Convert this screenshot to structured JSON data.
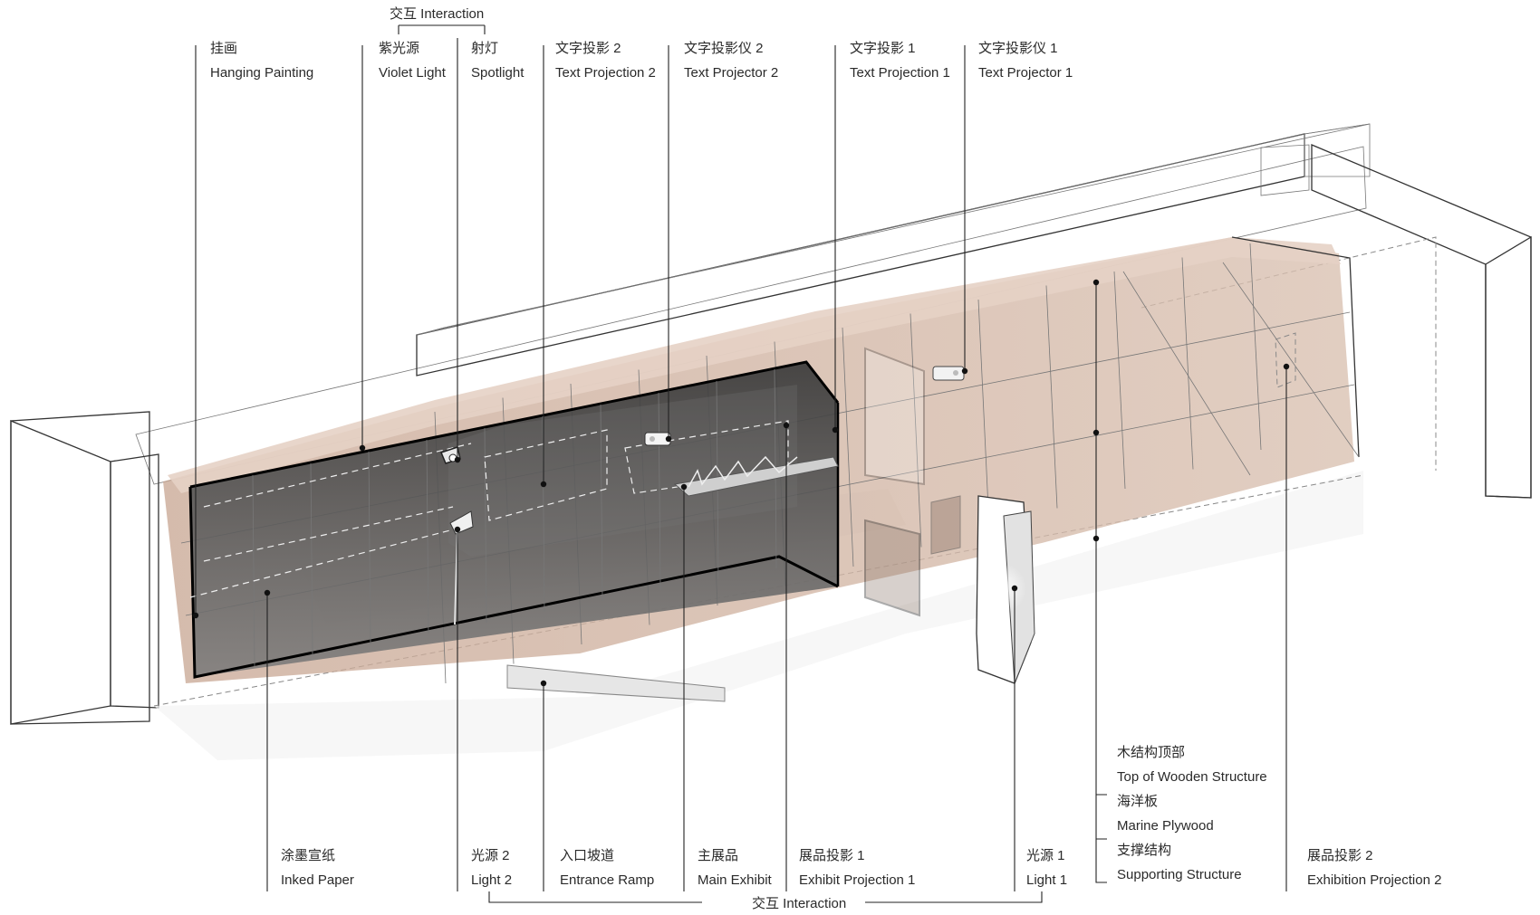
{
  "interaction_top": "交互  Interaction",
  "interaction_bottom": "交互  Interaction",
  "labels_top": [
    {
      "cn": "挂画",
      "en": "Hanging Painting"
    },
    {
      "cn": "紫光源",
      "en": "Violet Light"
    },
    {
      "cn": "射灯",
      "en": "Spotlight"
    },
    {
      "cn": "文字投影 2",
      "en": "Text Projection 2"
    },
    {
      "cn": "文字投影仪 2",
      "en": "Text Projector 2"
    },
    {
      "cn": "文字投影 1",
      "en": "Text Projection 1"
    },
    {
      "cn": "文字投影仪 1",
      "en": "Text Projector 1"
    }
  ],
  "labels_bottom": [
    {
      "cn": "涂墨宣纸",
      "en": "Inked Paper"
    },
    {
      "cn": "光源 2",
      "en": "Light 2"
    },
    {
      "cn": "入口坡道",
      "en": "Entrance Ramp"
    },
    {
      "cn": "主展品",
      "en": "Main Exhibit"
    },
    {
      "cn": "展品投影 1",
      "en": "Exhibit Projection 1"
    },
    {
      "cn": "光源 1",
      "en": "Light 1"
    },
    {
      "cn": "展品投影 2",
      "en": "Exhibition Projection 2"
    }
  ],
  "labels_stack": [
    {
      "cn": "木结构顶部",
      "en": "Top of Wooden Structure"
    },
    {
      "cn": "海洋板",
      "en": "Marine Plywood"
    },
    {
      "cn": "支撑结构",
      "en": "Supporting Structure"
    }
  ]
}
